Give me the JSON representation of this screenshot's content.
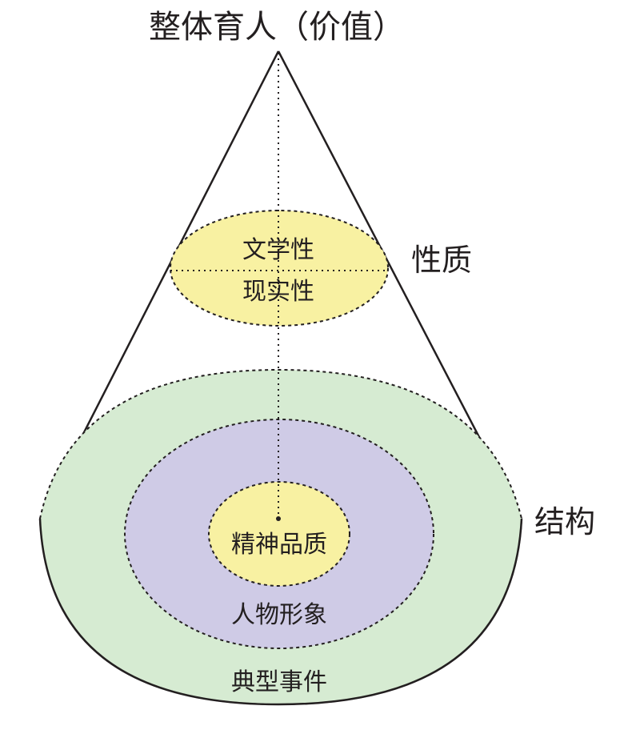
{
  "diagram": {
    "title": "整体育人（价值）",
    "side_labels": {
      "nature": "性质",
      "structure": "结构"
    },
    "nature_ellipse": {
      "top_text": "文学性",
      "bottom_text": "现实性"
    },
    "structure_layers": {
      "outer": "典型事件",
      "middle": "人物形象",
      "inner": "精神品质"
    },
    "colors": {
      "line": "#231f20",
      "yellow_fill": "#f8f1a2",
      "green_fill": "#d6ebd2",
      "purple_fill": "#cfcbe6"
    }
  }
}
